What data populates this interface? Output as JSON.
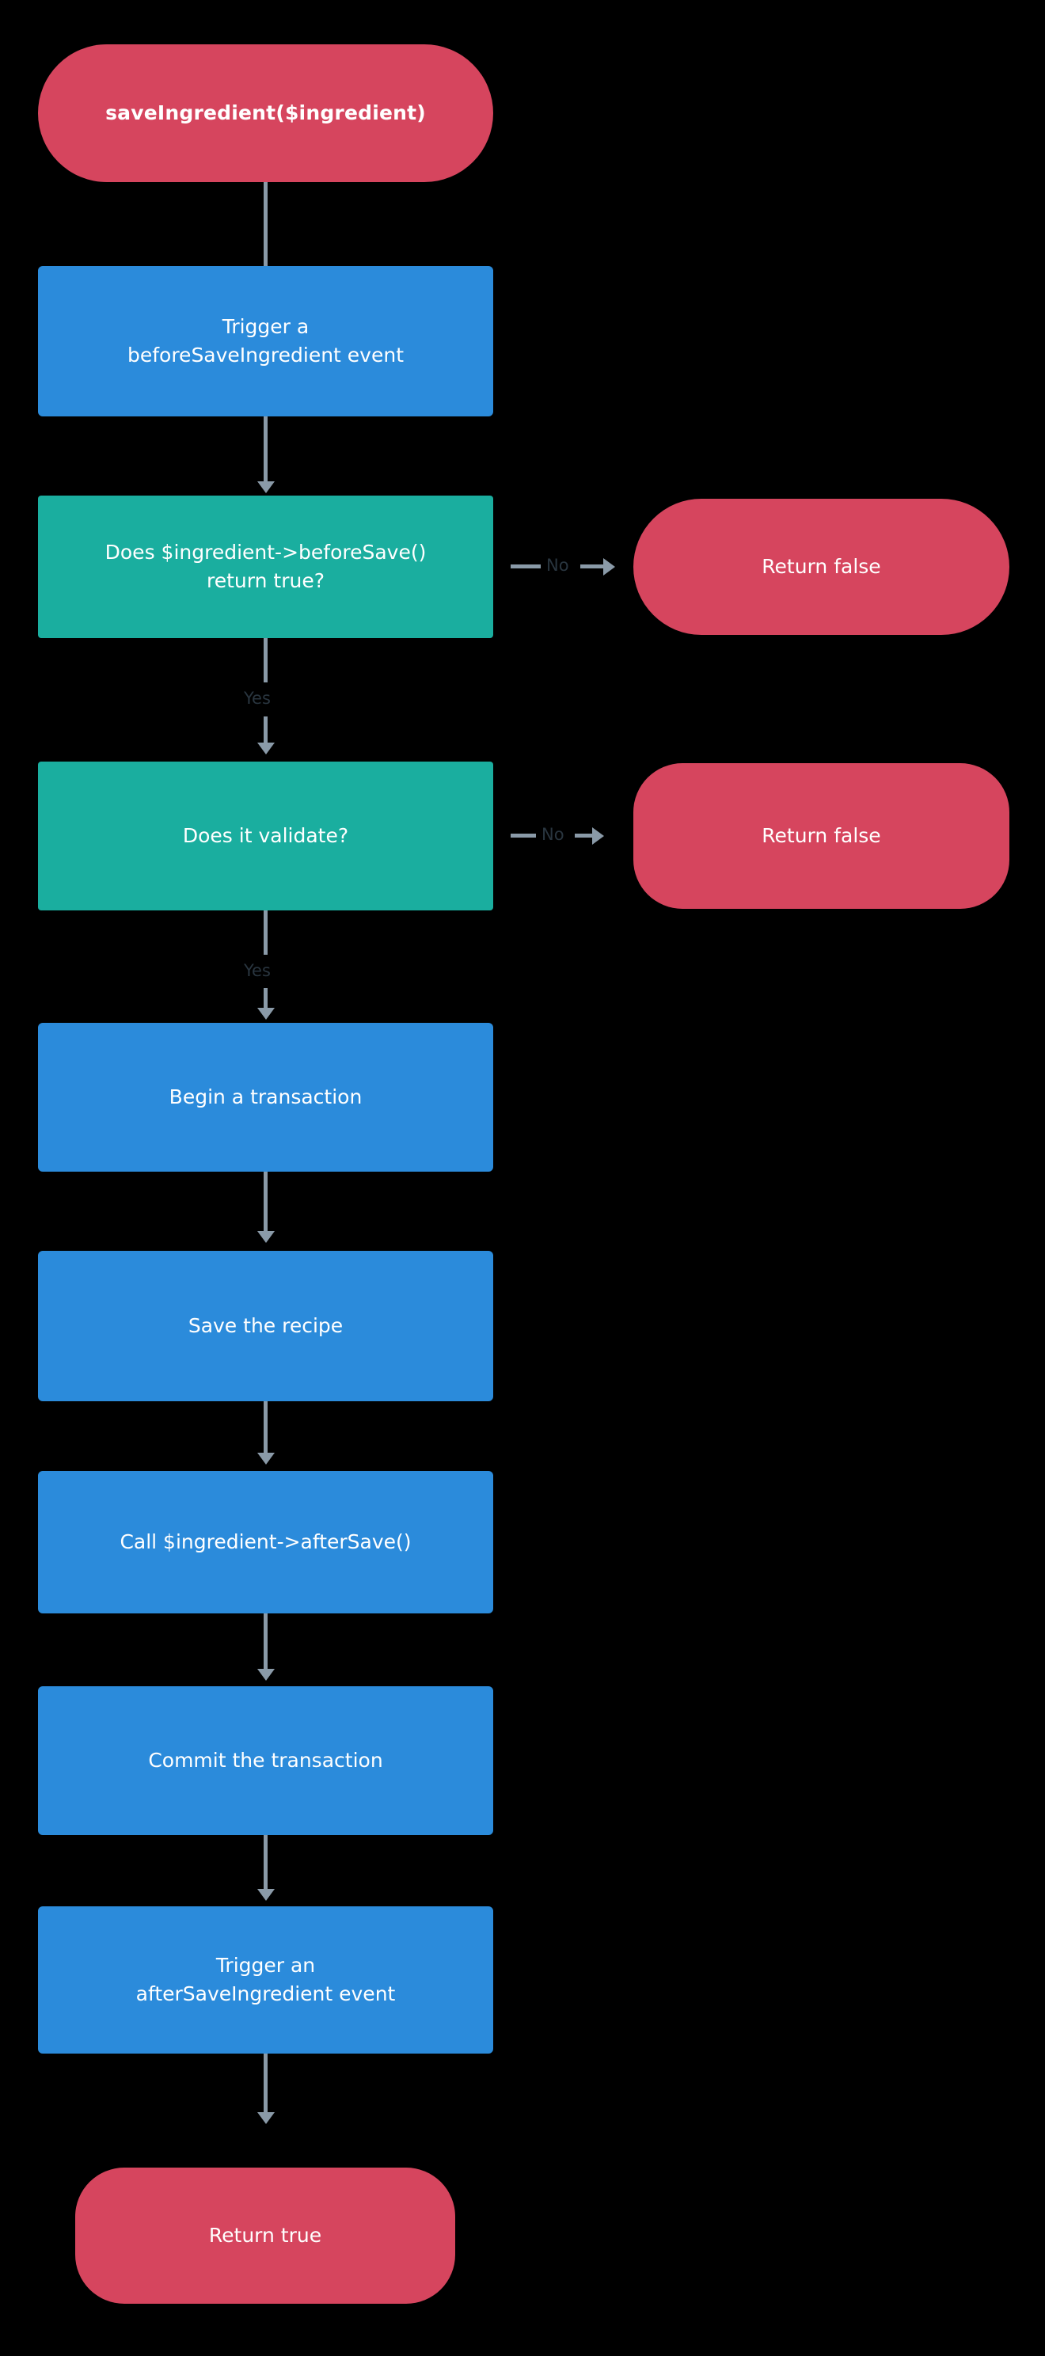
{
  "diagram": {
    "title": "saveIngredient flowchart",
    "background_color": "#000000",
    "colors": {
      "terminal": "#d6455e",
      "process": "#2b8bdb",
      "decision": "#1aae9f",
      "connector": "#8a9aa8",
      "edge_label": "#29353f",
      "node_text": "#ffffff"
    }
  },
  "nodes": {
    "start": {
      "label": "saveIngredient($ingredient)",
      "type": "terminal"
    },
    "trigger_before": {
      "label": "Trigger a\nbeforeSaveIngredient event",
      "type": "process"
    },
    "decision_before_save": {
      "label": "Does $ingredient->beforeSave()\nreturn true?",
      "type": "decision"
    },
    "return_false_1": {
      "label": "Return false",
      "type": "terminal"
    },
    "decision_validate": {
      "label": "Does it validate?",
      "type": "decision"
    },
    "return_false_2": {
      "label": "Return false",
      "type": "terminal"
    },
    "begin_transaction": {
      "label": "Begin a transaction",
      "type": "process"
    },
    "save_recipe": {
      "label": "Save the recipe",
      "type": "process"
    },
    "call_after_save": {
      "label": "Call $ingredient->afterSave()",
      "type": "process"
    },
    "commit_transaction": {
      "label": "Commit the transaction",
      "type": "process"
    },
    "trigger_after": {
      "label": "Trigger an\nafterSaveIngredient event",
      "type": "process"
    },
    "return_true": {
      "label": "Return true",
      "type": "terminal"
    }
  },
  "edges": {
    "no_1": {
      "label": "No"
    },
    "yes_1": {
      "label": "Yes"
    },
    "no_2": {
      "label": "No"
    },
    "yes_2": {
      "label": "Yes"
    }
  }
}
